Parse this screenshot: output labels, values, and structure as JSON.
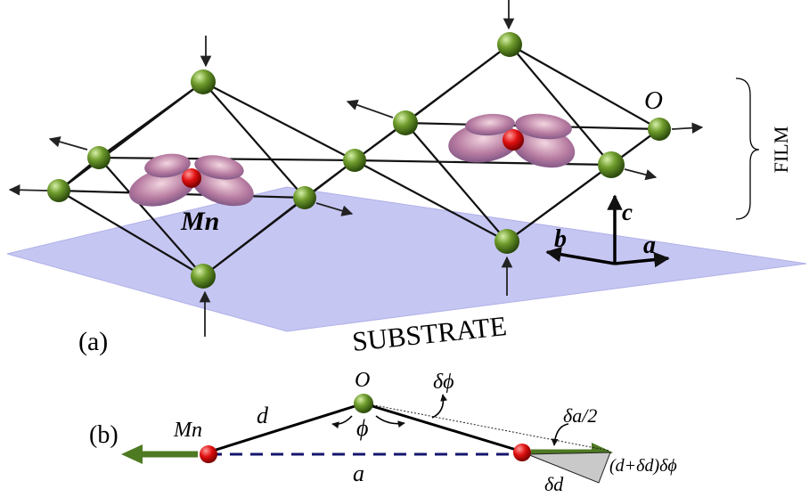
{
  "labels": {
    "film": "FILM",
    "substrate": "SUBSTRATE",
    "panel_a": "(a)",
    "panel_b": "(b)",
    "mn_top": "Mn",
    "oxygen_top": "O",
    "axis_a": "a",
    "axis_b": "b",
    "axis_c": "c",
    "mn_bottom": "Mn",
    "oxygen_bottom": "O",
    "bond_d": "d",
    "angle_phi": "ϕ",
    "delta_phi": "δϕ",
    "delta_a_half": "δa/2",
    "distance_a": "a",
    "delta_d": "δd",
    "rotation_term": "(d+δd)δϕ"
  },
  "colors": {
    "substrate": "#c6c6f3",
    "oxygen_sphere": "#5f8d22",
    "mn_sphere": "#e01010",
    "orbital_lobe": "#b67aa0",
    "green_arrow": "#4e7a22",
    "dashed_line": "#14146e"
  }
}
